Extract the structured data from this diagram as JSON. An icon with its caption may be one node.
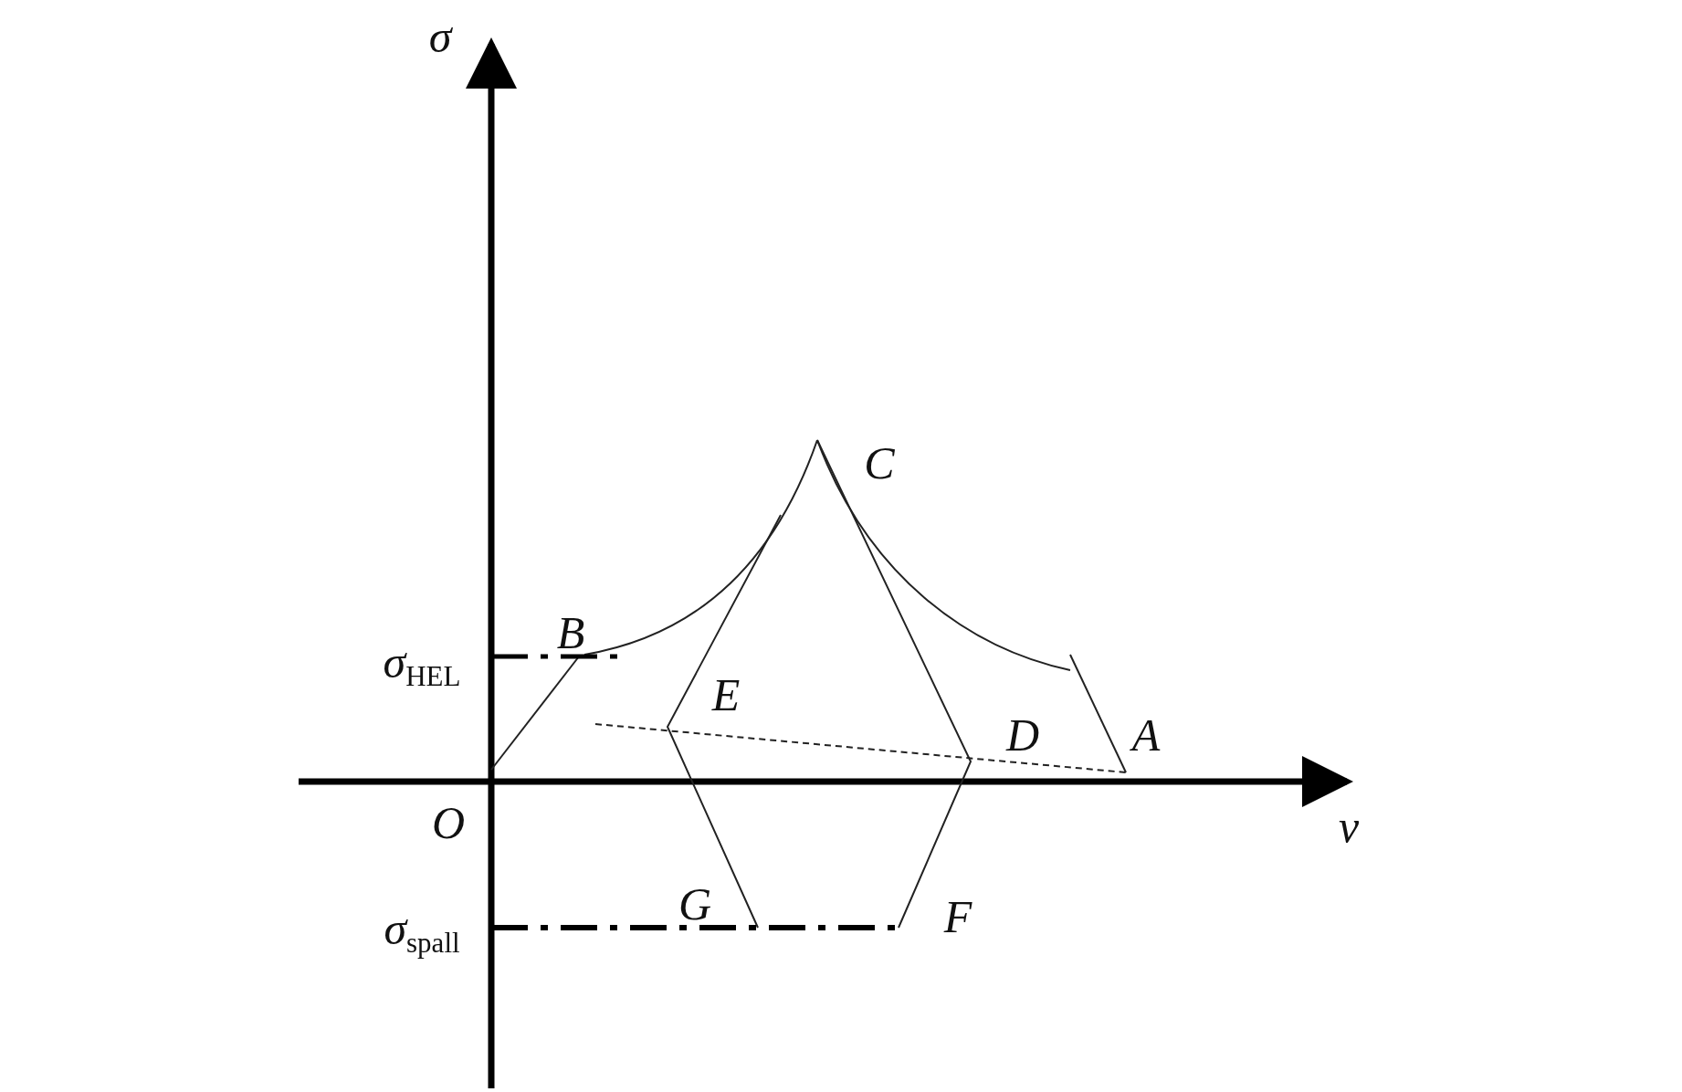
{
  "diagram": {
    "labels": [
      "σ",
      "C",
      "B",
      "*σ*$_{HEL}$",
      "E",
      "D",
      "A",
      "O",
      "v",
      "G",
      "*σ*$_{spall}$",
      "F"
    ]
  }
}
